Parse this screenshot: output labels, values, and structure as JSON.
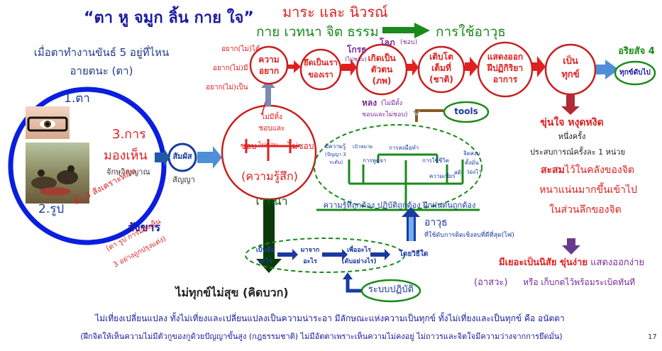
{
  "colors": {
    "red": "#e02020",
    "blue": "#1a1aa0",
    "navy": "#1f3c88",
    "green": "#1a8a1a",
    "darkgreen": "#0a5a0a",
    "brown": "#8a4a00",
    "maroon": "#a0203a",
    "purple": "#7a2a9a",
    "ring_blue": "#0a1ee0",
    "arrow_blue": "#4f8fd8"
  },
  "header": {
    "title_quote": "“ตา หู จมูก ลิ้น กาย ใจ”",
    "top_red": "มาระ และ นิวรณ์",
    "top_green": "กาย เวทนา จิต ธรรม",
    "use_weapon": "การใช้อาวุธ"
  },
  "question": {
    "line1": "เมื่อตาทำงานขันธ์ 5 อยู่ที่ไหน",
    "line2": "อายตนะ (ตา)"
  },
  "eye_ring": {
    "eye_label": "1.ตา",
    "form_label": "2.รูป",
    "seeing_line1": "3.การ",
    "seeing_line2": "มองเห็น",
    "consciousness": "จักษุวิญญาณ",
    "three_sankhara": "ทั้ง 3 สังเคราะห์กัน",
    "sankhara": "สังขาร",
    "sankhara_note1": "(ตา รูป การมองเห็น",
    "sankhara_note2": "3 อย่างถูกปรุงแต่ง)"
  },
  "contact": {
    "label": "สัมผัส",
    "sanya": "สัญญา"
  },
  "feeling": {
    "not_reject_line1": "ไม่มีทิ้ง",
    "not_reject_line2": "ชอบและ",
    "like": "ชอบ",
    "neutral": "ไม่ชอบ",
    "dislike": "ไม่ชอบ",
    "feeling_label": "(ความรู้สึก)",
    "vedana": "เวทนา"
  },
  "desires": [
    "อยาก(ไม่)ได้",
    "อยาก(ไม่)มี",
    "อยาก(ไม่)เป็น"
  ],
  "chain": [
    {
      "id": "craving",
      "label": [
        "ความ",
        "อยาก"
      ]
    },
    {
      "id": "clinging",
      "label": [
        "ยึดเป็นเรา",
        "ของเรา"
      ]
    },
    {
      "id": "becoming",
      "label": [
        "เกิดเป็น",
        "ตัวตน",
        "(ภพ)"
      ]
    },
    {
      "id": "birth",
      "label": [
        "เติบโต",
        "เต็มที่",
        "(ชาติ)"
      ]
    },
    {
      "id": "express",
      "label": [
        "แสดงออก",
        "ฝึปฏิกิริยา",
        "อาการ"
      ]
    },
    {
      "id": "suffering",
      "label": [
        "เป็น",
        "ทุกข์"
      ]
    }
  ],
  "chain_notes": {
    "anger": "โกรธ",
    "anger_sub": "(ไม่ชอบ)",
    "greed": "โลภ",
    "greed_sub": "(ชอบ)",
    "delusion": "หลง",
    "delusion_sub1": "(ไม่มีตั้ง",
    "delusion_sub2": "ชอบและไม่ชอบ)"
  },
  "ariya": {
    "label": "อริยสัจ 4",
    "bubble": "ทุกข์ดับไป"
  },
  "tools": {
    "label": "tools"
  },
  "right_column": {
    "irritated": "ขุ่นใจ หงุดหงิด",
    "once": "หนึ่งครั้ง",
    "experience": "ประสบการณ์ครั้งละ 1 หน่วย",
    "accumulate_bold": "สะสม",
    "accumulate_rest": "ไว้ในคลังของจิต",
    "denser": "หนาแน่นมากขึ้นเข้าไป",
    "deep": "ในส่วนลึกของจิต",
    "habit_bold": "มีเยอะเป็นนิสัย ขุ่นง่าย",
    "habit_rest": "แสดงออกง่าย",
    "asava": "(อาสวะ)",
    "or_store": "หรือ เก็บกดไว้พร้อมระเบิดทันที"
  },
  "weapon_tree": {
    "leaves": [
      "มีความรู้",
      "(ปัญญา 3",
      "ระดับ)",
      "เป้าหมาย",
      "การลงมือทำ",
      "การพูดจา",
      "การใช้ชีวิต",
      "ความเพียร",
      "สติ",
      "จิตสงบ",
      "ตั้งมั่น",
      "ว่องไว"
    ],
    "trunk_caption": "ความรู้ที่ถูกต้อง ปฏิบัติถูกต้อง ฝึกฝนตนถูกต้อง",
    "weapon": "อาวุธ",
    "weapon_note": "ที่ใช้ดับการติดเชิงลบที่ดีที่สุด(ไฟ)"
  },
  "practice_chain": {
    "items": [
      [
        "เป็นคือ",
        "อะไร"
      ],
      [
        "มาจาก",
        "อะไร"
      ],
      [
        "เพื่ออะไร",
        "(ดับอย่างไร)"
      ],
      [
        "โดยวิธีใด"
      ]
    ],
    "system": "ระบบปฏิบัติ"
  },
  "outcome": "ไม่ทุกข์ไม่สุข (คิดบวก)",
  "footer": {
    "line1": "ไม่เที่ยงเปลี่ยนแปลง ทั้งไม่เที่ยงและเปลี่ยนแปลงเป็นความน่าระอา มีลักษณะแห่งความเป็นทุกข์ ทั้งไม่เที่ยงและเป็นทุกข์ คือ อนัตตา",
    "line2": "(ฝึกจิตให้เห็นความไม่มีตัวกูของกูด้วยปัญญาขั้นสูง (กฎธรรมชาติ) ไม่มีอัตตาเพราะเห็นความไม่คงอยู่ ไม่ถาวรและจิตใจมีความว่างจากการยึดมั่น)",
    "page": "17"
  }
}
